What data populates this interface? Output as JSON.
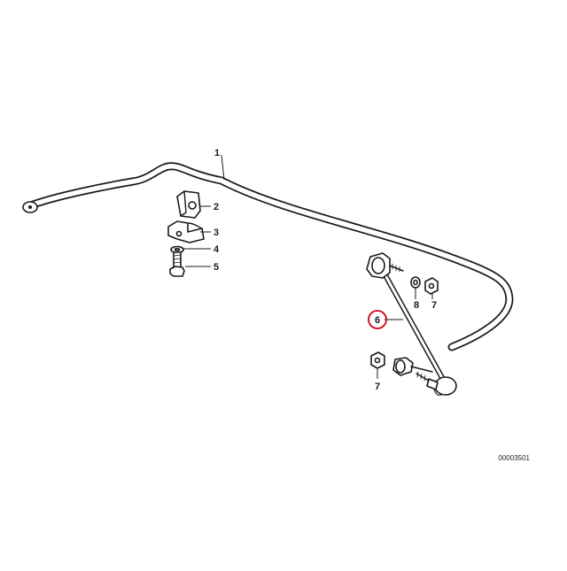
{
  "callouts": {
    "p1": "1",
    "p2": "2",
    "p3": "3",
    "p4": "4",
    "p5": "5",
    "p6": "6",
    "p7a": "7",
    "p8": "8",
    "p7b": "7"
  },
  "highlight_color": "#d0021b",
  "diagram_code": "00003501"
}
